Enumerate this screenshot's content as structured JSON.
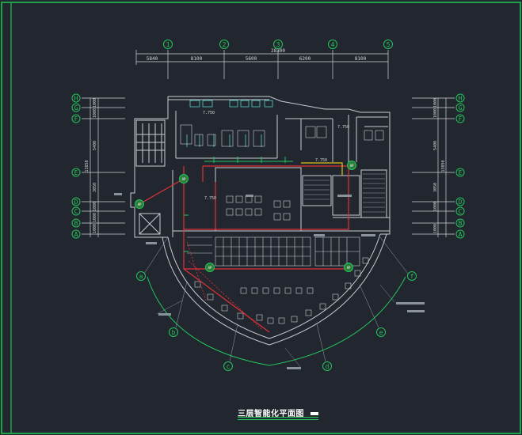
{
  "drawing": {
    "title": "三层智能化平面图",
    "colors": {
      "background": "#22262e",
      "frame": "#1fa34a",
      "wall": "#c8cdd3",
      "dim": "#cfd4d9",
      "axis": "#22c55e",
      "cable_red": "#e0323a",
      "cable_yellow": "#d9c21a",
      "cable_green": "#22c55e",
      "accent_cyan": "#4fd1c5"
    }
  },
  "axes_top": [
    {
      "label": "1"
    },
    {
      "label": "2"
    },
    {
      "label": "3"
    },
    {
      "label": "4"
    },
    {
      "label": "5"
    }
  ],
  "axes_left": [
    {
      "label": "H"
    },
    {
      "label": "G"
    },
    {
      "label": "F"
    },
    {
      "label": "E"
    },
    {
      "label": "D"
    },
    {
      "label": "C"
    },
    {
      "label": "B"
    },
    {
      "label": "A"
    }
  ],
  "axes_right": [
    {
      "label": "H"
    },
    {
      "label": "G"
    },
    {
      "label": "F"
    },
    {
      "label": "E"
    },
    {
      "label": "D"
    },
    {
      "label": "C"
    },
    {
      "label": "B"
    },
    {
      "label": "A"
    }
  ],
  "axes_arc": [
    {
      "label": "a"
    },
    {
      "label": "b"
    },
    {
      "label": "c"
    },
    {
      "label": "d"
    },
    {
      "label": "e"
    },
    {
      "label": "f"
    }
  ],
  "dimensions": {
    "top_total": "28300",
    "top_segments": [
      "5840",
      "8100",
      "5600",
      "6200",
      "8100"
    ],
    "left_segments": [
      "1000",
      "1000",
      "5400",
      "3050",
      "1000",
      "1000",
      "1000"
    ],
    "left_total": "13850",
    "right_segments": [
      "1000",
      "1000",
      "5400",
      "3050",
      "1000",
      "1000"
    ],
    "right_total": "13850"
  },
  "elevations": {
    "e1": "7.750",
    "e2": "7.750",
    "e3": "7.750",
    "e4": "7.750"
  },
  "devices": [
    {
      "tag": "AP"
    },
    {
      "tag": "AP"
    },
    {
      "tag": "AP"
    },
    {
      "tag": "AP"
    },
    {
      "tag": "AP"
    }
  ]
}
